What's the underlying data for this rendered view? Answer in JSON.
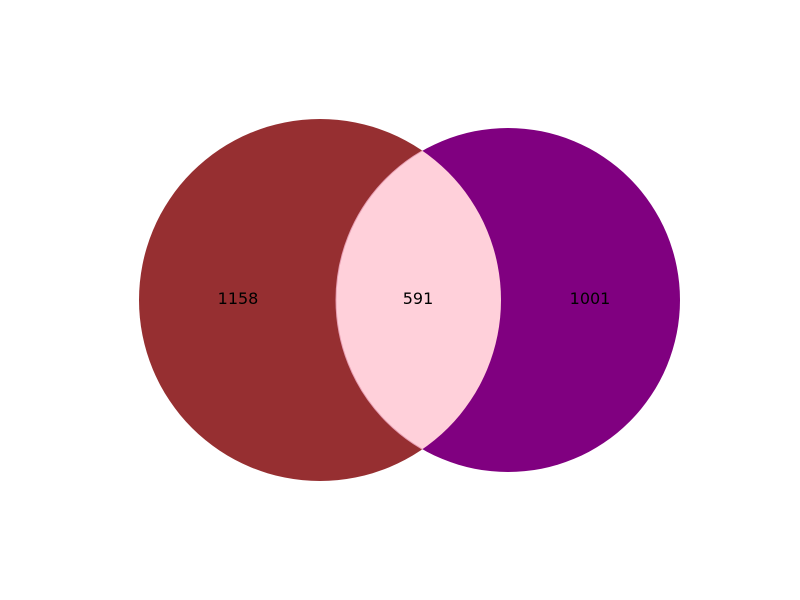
{
  "venn": {
    "sets": [
      {
        "id": "left",
        "color": "#962F31"
      },
      {
        "id": "right",
        "color": "#800080"
      }
    ],
    "intersection_color": "#FFD0DA",
    "counts": {
      "left_only": "1158",
      "both": "591",
      "right_only": "1001"
    }
  }
}
